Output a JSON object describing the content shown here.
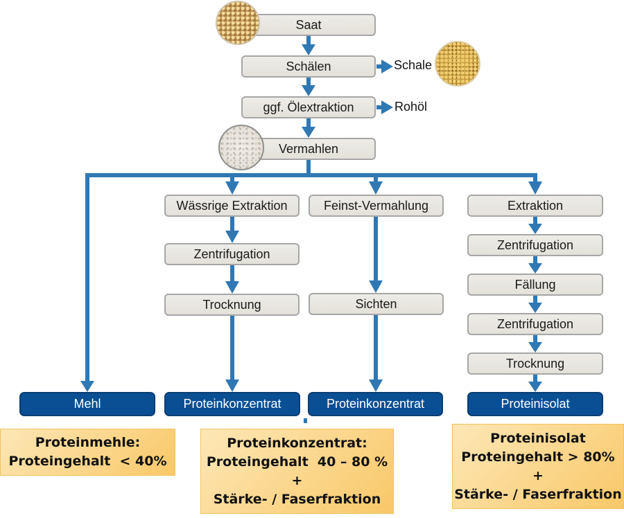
{
  "colors": {
    "arrow": "#2f78b4",
    "step_fill": "#ebe9e4",
    "step_border": "#a6a6a6",
    "product_fill": "#0a4f94",
    "info_fill": "#fbd68b"
  },
  "main_chain": {
    "steps": [
      "Saat",
      "Schälen",
      "ggf. Ölextraktion",
      "Vermahlen"
    ],
    "side_outputs": [
      {
        "from": "Schälen",
        "label": "Schale",
        "photo": "seed-hulls-photo"
      },
      {
        "from": "ggf. Ölextraktion",
        "label": "Rohöl"
      }
    ],
    "photos": {
      "seeds": "seeds-photo",
      "flour": "flour-photo"
    }
  },
  "branches": [
    {
      "steps": [],
      "product": "Mehl"
    },
    {
      "steps": [
        "Wässrige Extraktion",
        "Zentrifugation",
        "Trocknung"
      ],
      "product": "Proteinkonzentrat"
    },
    {
      "steps": [
        "Feinst-Vermahlung",
        "Sichten"
      ],
      "product": "Proteinkonzentrat"
    },
    {
      "steps": [
        "Extraktion",
        "Zentrifugation",
        "Fällung",
        "Zentrifugation",
        "Trocknung"
      ],
      "product": "Proteinisolat"
    }
  ],
  "info_boxes": [
    {
      "lines": [
        "Proteinmehle:",
        "Proteingehalt  < 40%"
      ]
    },
    {
      "lines": [
        "Proteinkonzentrat:",
        "Proteingehalt  40 – 80 %",
        "+",
        "Stärke- / Faserfraktion"
      ]
    },
    {
      "lines": [
        "Proteinisolat",
        "Proteingehalt > 80%",
        "+",
        "Stärke- / Faserfraktion"
      ]
    }
  ]
}
